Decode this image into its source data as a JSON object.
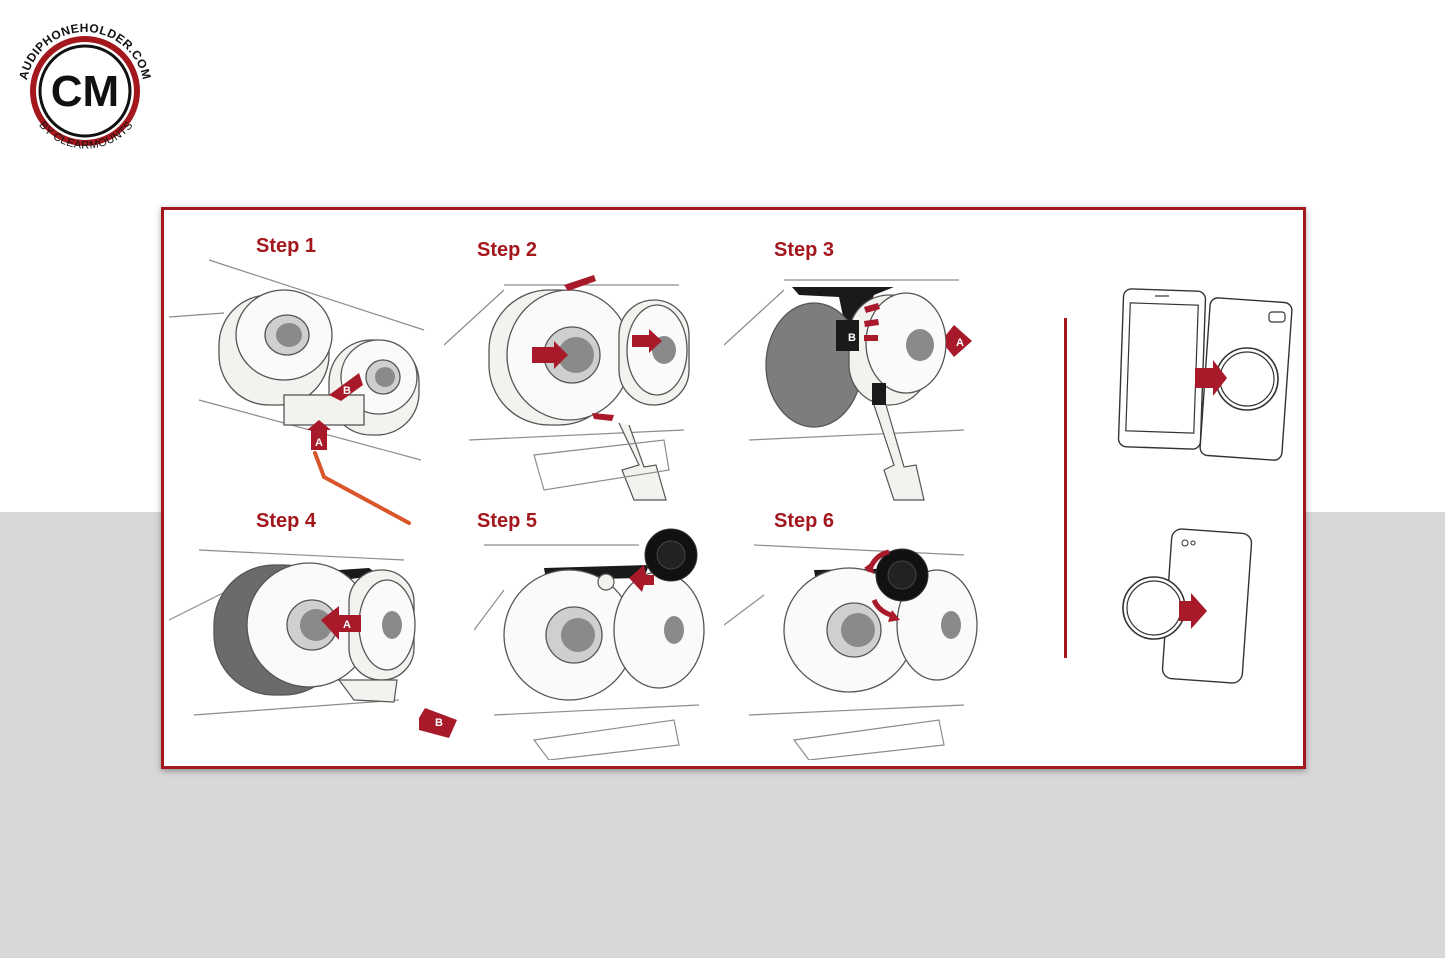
{
  "logo": {
    "monogram": "CM",
    "ring_text_top": "AUDIPHONEHOLDER.COM",
    "ring_text_bottom": "BY CLEARMOUNTS"
  },
  "colors": {
    "accent": "#a3171d",
    "arrow": "#a8192a",
    "lever": "#d9552a",
    "line": "#8c8c8c",
    "bg_lower": "#d8d8d8"
  },
  "steps": [
    {
      "title": "Step 1",
      "labels": [
        "B",
        "A"
      ]
    },
    {
      "title": "Step 2",
      "labels": []
    },
    {
      "title": "Step 3",
      "labels": [
        "B",
        "A"
      ]
    },
    {
      "title": "Step 4",
      "labels": [
        "A",
        "B"
      ]
    },
    {
      "title": "Step 5",
      "labels": []
    },
    {
      "title": "Step 6",
      "labels": []
    }
  ]
}
